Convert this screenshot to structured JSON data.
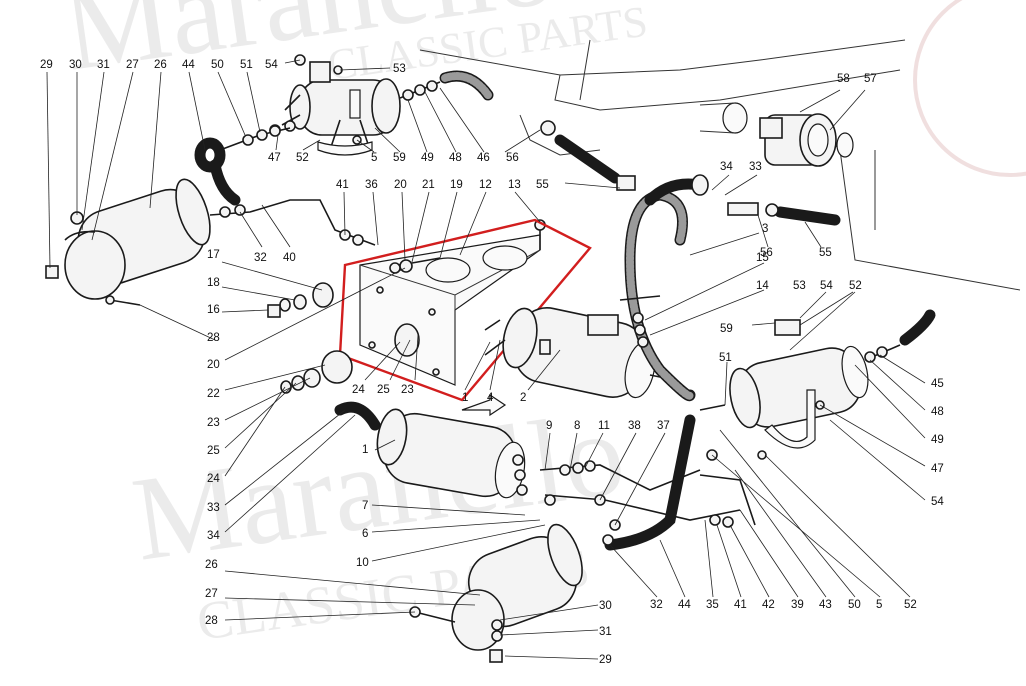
{
  "diagram": {
    "highlight_color": "#d21e1e",
    "watermark": {
      "lines": [
        "Maranello",
        "CLASSIC PARTS"
      ],
      "color": "#d8d8d8"
    },
    "callouts": [
      {
        "id": "c-29-top",
        "text": "29"
      },
      {
        "id": "c-30-top",
        "text": "30"
      },
      {
        "id": "c-31-top",
        "text": "31"
      },
      {
        "id": "c-27-top",
        "text": "27"
      },
      {
        "id": "c-26-top",
        "text": "26"
      },
      {
        "id": "c-44-top",
        "text": "44"
      },
      {
        "id": "c-50-top",
        "text": "50"
      },
      {
        "id": "c-51-top",
        "text": "51"
      },
      {
        "id": "c-54-top",
        "text": "54"
      },
      {
        "id": "c-53-top",
        "text": "53"
      },
      {
        "id": "c-47-top",
        "text": "47"
      },
      {
        "id": "c-52-top",
        "text": "52"
      },
      {
        "id": "c-5-top",
        "text": "5"
      },
      {
        "id": "c-59-top",
        "text": "59"
      },
      {
        "id": "c-49-top",
        "text": "49"
      },
      {
        "id": "c-48-top",
        "text": "48"
      },
      {
        "id": "c-46-top",
        "text": "46"
      },
      {
        "id": "c-56-top",
        "text": "56"
      },
      {
        "id": "c-58",
        "text": "58"
      },
      {
        "id": "c-57",
        "text": "57"
      },
      {
        "id": "c-34-top",
        "text": "34"
      },
      {
        "id": "c-33-top",
        "text": "33"
      },
      {
        "id": "c-55-top",
        "text": "55"
      },
      {
        "id": "c-56-mid",
        "text": "56"
      },
      {
        "id": "c-55-mid",
        "text": "55"
      },
      {
        "id": "c-3",
        "text": "3"
      },
      {
        "id": "c-41-top",
        "text": "41"
      },
      {
        "id": "c-36",
        "text": "36"
      },
      {
        "id": "c-20-top",
        "text": "20"
      },
      {
        "id": "c-21",
        "text": "21"
      },
      {
        "id": "c-19",
        "text": "19"
      },
      {
        "id": "c-12",
        "text": "12"
      },
      {
        "id": "c-13",
        "text": "13"
      },
      {
        "id": "c-32-top",
        "text": "32"
      },
      {
        "id": "c-40",
        "text": "40"
      },
      {
        "id": "c-17",
        "text": "17"
      },
      {
        "id": "c-18",
        "text": "18"
      },
      {
        "id": "c-16",
        "text": "16"
      },
      {
        "id": "c-28-left",
        "text": "28"
      },
      {
        "id": "c-20-left",
        "text": "20"
      },
      {
        "id": "c-22",
        "text": "22"
      },
      {
        "id": "c-23-left",
        "text": "23"
      },
      {
        "id": "c-25-left",
        "text": "25"
      },
      {
        "id": "c-24-left",
        "text": "24"
      },
      {
        "id": "c-33-left",
        "text": "33"
      },
      {
        "id": "c-34-left",
        "text": "34"
      },
      {
        "id": "c-24-mid",
        "text": "24"
      },
      {
        "id": "c-25-mid",
        "text": "25"
      },
      {
        "id": "c-23-mid",
        "text": "23"
      },
      {
        "id": "c-1-mid",
        "text": "1"
      },
      {
        "id": "c-4",
        "text": "4"
      },
      {
        "id": "c-2",
        "text": "2"
      },
      {
        "id": "c-15",
        "text": "15"
      },
      {
        "id": "c-14",
        "text": "14"
      },
      {
        "id": "c-53-right",
        "text": "53"
      },
      {
        "id": "c-54-right",
        "text": "54"
      },
      {
        "id": "c-52-right",
        "text": "52"
      },
      {
        "id": "c-59-right",
        "text": "59"
      },
      {
        "id": "c-51-right",
        "text": "51"
      },
      {
        "id": "c-45",
        "text": "45"
      },
      {
        "id": "c-48-right",
        "text": "48"
      },
      {
        "id": "c-49-right",
        "text": "49"
      },
      {
        "id": "c-47-right",
        "text": "47"
      },
      {
        "id": "c-54-bottomright",
        "text": "54"
      },
      {
        "id": "c-1-left",
        "text": "1"
      },
      {
        "id": "c-9",
        "text": "9"
      },
      {
        "id": "c-8",
        "text": "8"
      },
      {
        "id": "c-11",
        "text": "11"
      },
      {
        "id": "c-38",
        "text": "38"
      },
      {
        "id": "c-37",
        "text": "37"
      },
      {
        "id": "c-7",
        "text": "7"
      },
      {
        "id": "c-6",
        "text": "6"
      },
      {
        "id": "c-10",
        "text": "10"
      },
      {
        "id": "c-26-bottom",
        "text": "26"
      },
      {
        "id": "c-27-bottom",
        "text": "27"
      },
      {
        "id": "c-28-bottom",
        "text": "28"
      },
      {
        "id": "c-30-bottom",
        "text": "30"
      },
      {
        "id": "c-31-bottom",
        "text": "31"
      },
      {
        "id": "c-29-bottom",
        "text": "29"
      },
      {
        "id": "c-32-bottom",
        "text": "32"
      },
      {
        "id": "c-44-bottom",
        "text": "44"
      },
      {
        "id": "c-35",
        "text": "35"
      },
      {
        "id": "c-41-bottom",
        "text": "41"
      },
      {
        "id": "c-42",
        "text": "42"
      },
      {
        "id": "c-39",
        "text": "39"
      },
      {
        "id": "c-43",
        "text": "43"
      },
      {
        "id": "c-50-bottom",
        "text": "50"
      },
      {
        "id": "c-5-bottom",
        "text": "5"
      },
      {
        "id": "c-52-bottom",
        "text": "52"
      }
    ]
  }
}
